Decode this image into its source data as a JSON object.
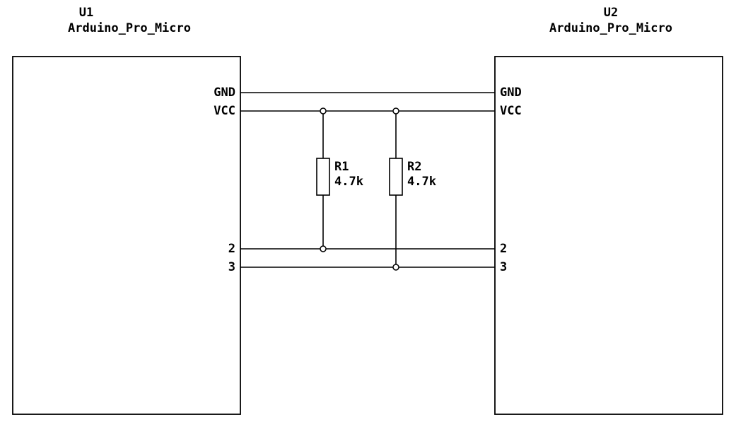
{
  "schematic": {
    "background": "#ffffff",
    "wire_color": "#000000",
    "components": {
      "u1": {
        "reference": "U1",
        "value": "Arduino_Pro_Micro",
        "pins": [
          "GND",
          "VCC",
          "2",
          "3"
        ]
      },
      "u2": {
        "reference": "U2",
        "value": "Arduino_Pro_Micro",
        "pins": [
          "GND",
          "VCC",
          "2",
          "3"
        ]
      },
      "r1": {
        "reference": "R1",
        "value": "4.7k"
      },
      "r2": {
        "reference": "R2",
        "value": "4.7k"
      }
    }
  }
}
